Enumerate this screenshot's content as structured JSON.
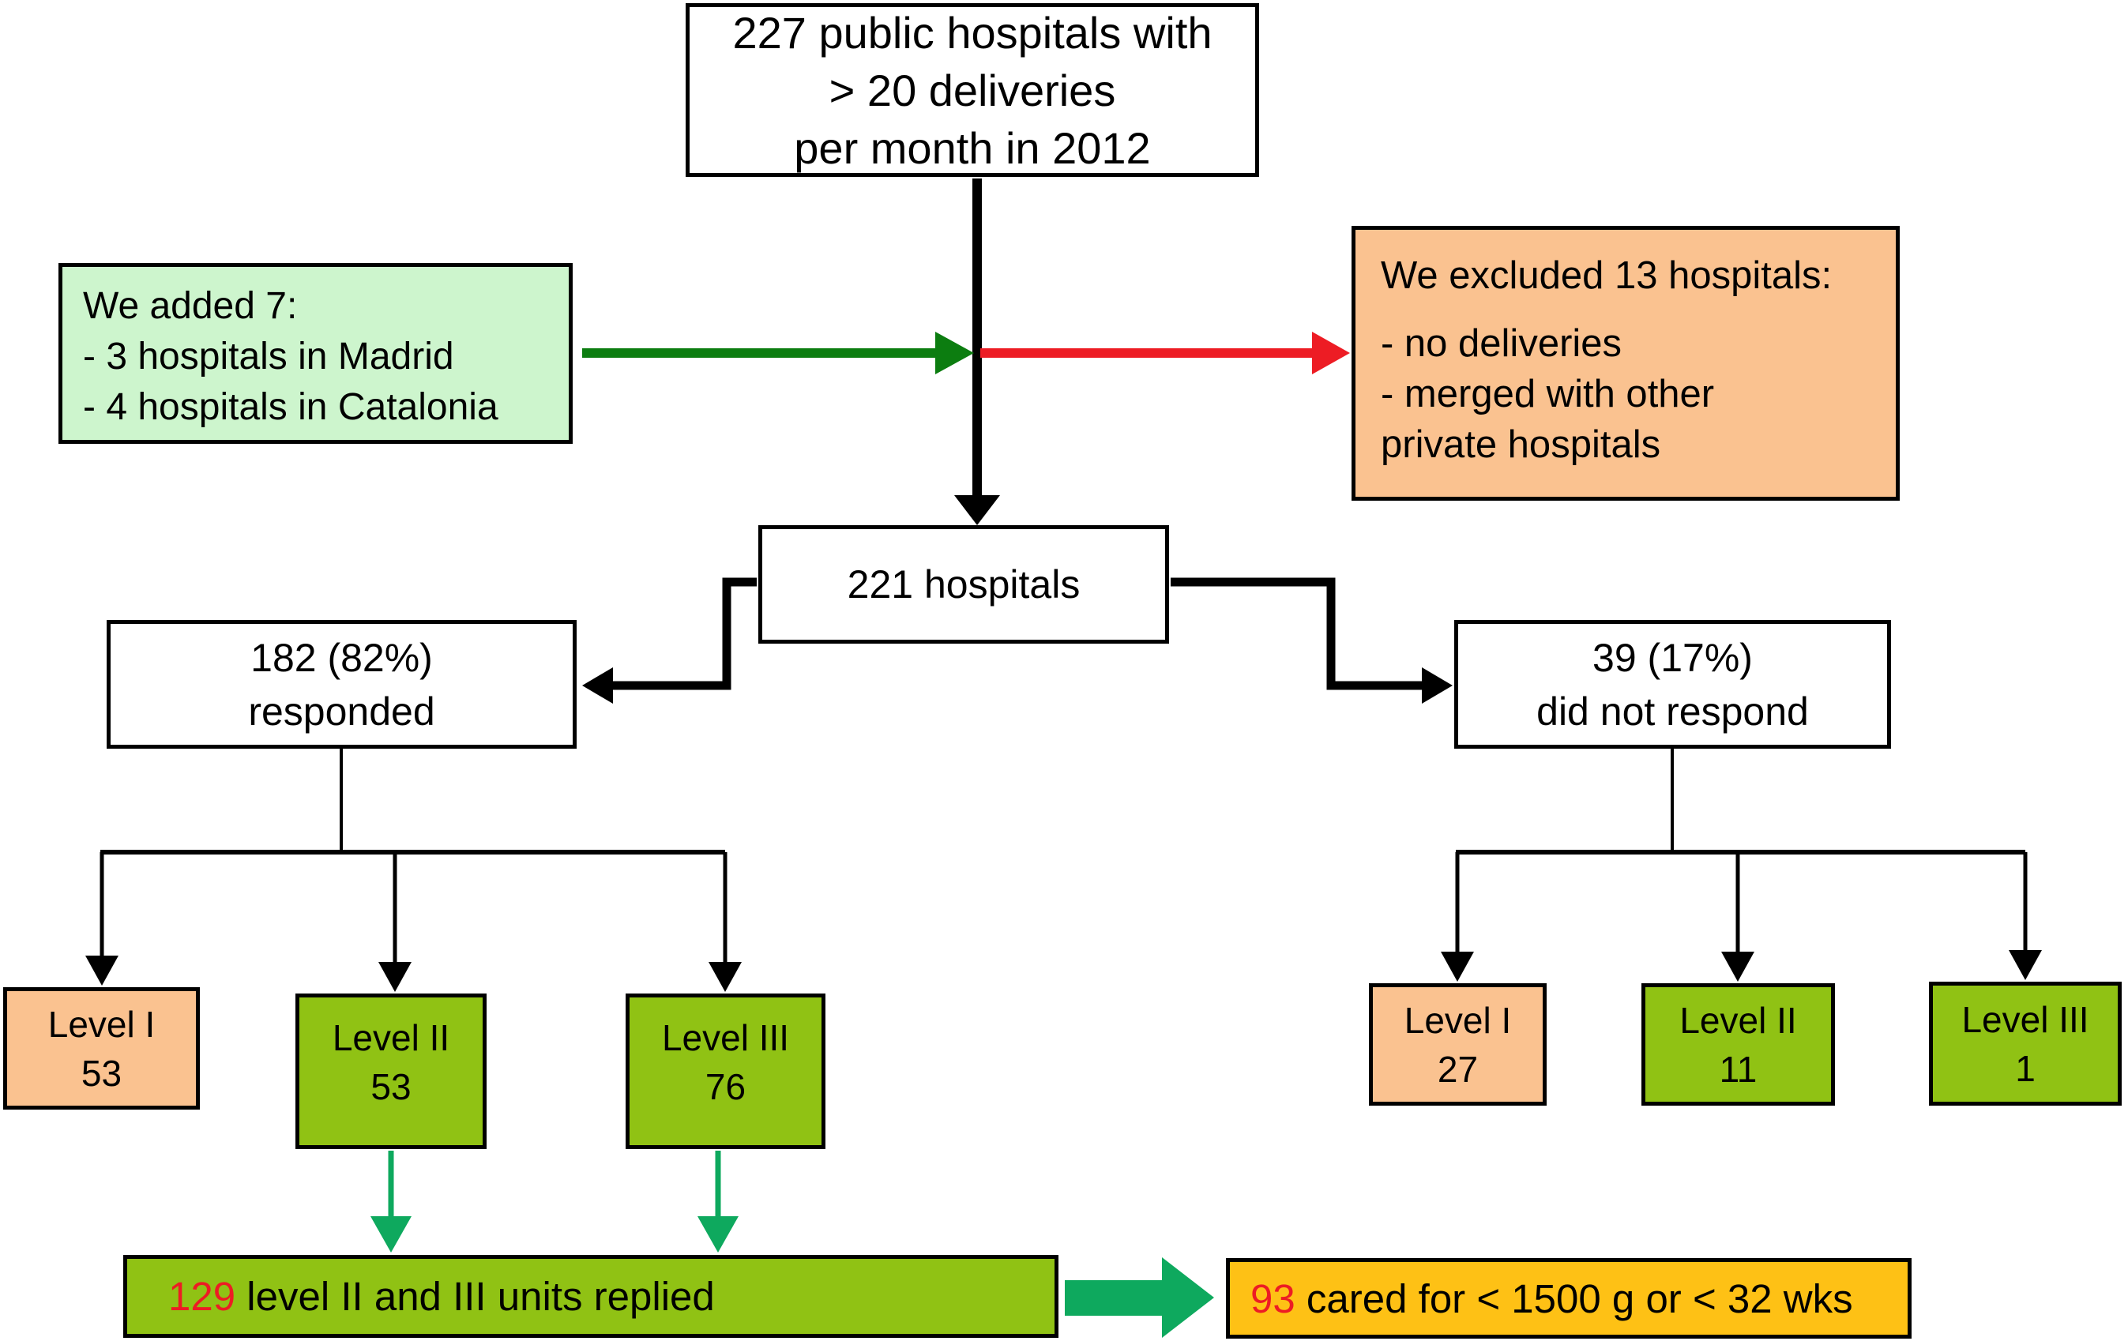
{
  "colors": {
    "pale_green": "#cdf5cd",
    "peach": "#fac290",
    "yellow_green": "#90c214",
    "amber": "#fec115",
    "emerald": "#0ea95e",
    "dark_green": "#0c7d10",
    "red": "#ed1c24",
    "line_black": "#000000"
  },
  "nodes": {
    "start": {
      "lines": [
        "227 public hospitals with",
        "> 20 deliveries",
        "per month in 2012"
      ]
    },
    "added": {
      "lines": [
        "We added 7:",
        "- 3 hospitals in Madrid",
        "- 4 hospitals in Catalonia"
      ]
    },
    "excluded": {
      "lines": [
        "We excluded 13 hospitals:",
        "- no deliveries",
        "- merged with other",
        "private hospitals"
      ]
    },
    "pool": {
      "label": "221 hospitals"
    },
    "responded": {
      "lines": [
        "182 (82%)",
        "responded"
      ]
    },
    "not_responded": {
      "lines": [
        "39 (17%)",
        "did not respond"
      ]
    },
    "responded_levels": [
      {
        "name": "Level I",
        "count": "53"
      },
      {
        "name": "Level II",
        "count": "53"
      },
      {
        "name": "Level III",
        "count": "76"
      }
    ],
    "non_responded_levels": [
      {
        "name": "Level I",
        "count": "27"
      },
      {
        "name": "Level II",
        "count": "11"
      },
      {
        "name": "Level III",
        "count": "1"
      }
    ],
    "replied_bar": {
      "highlight": "129",
      "rest": " level II and III units replied"
    },
    "cared_bar": {
      "highlight": "93",
      "rest": " cared for < 1500 g or < 32 wks"
    }
  }
}
